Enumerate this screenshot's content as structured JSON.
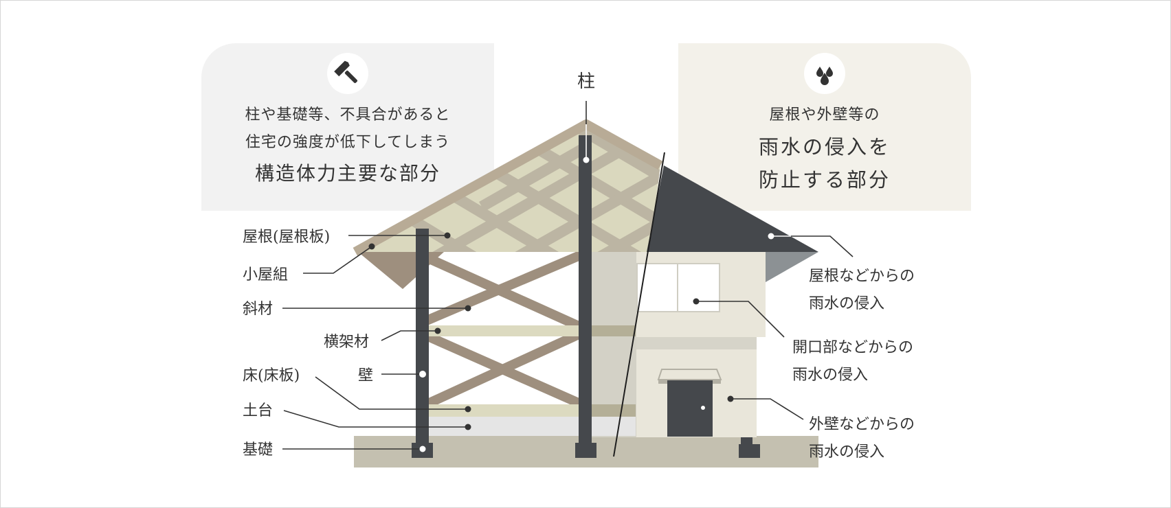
{
  "colors": {
    "roof_beige": "#b8ab96",
    "lattice_light": "#d9d7bd",
    "brace": "#9e8f7e",
    "post": "#45484c",
    "ground": "#c4c0b0",
    "roof_dark": "#45484c",
    "wall": "#e9e6da",
    "wall_shade": "#d2d0c6",
    "leader": "#333333"
  },
  "panels": {
    "left": {
      "icon": "hammer-icon",
      "line1": "柱や基礎等、不具合があると",
      "line2": "住宅の強度が低下してしまう",
      "heading": "構造体力主要な部分"
    },
    "right": {
      "icon": "water-drops-icon",
      "line1": "屋根や外壁等の",
      "heading1": "雨水の侵入を",
      "heading2": "防止する部分"
    }
  },
  "labels": {
    "pillar": "柱",
    "roof_board": "屋根(屋根板)",
    "roof_truss": "小屋組",
    "diagonal": "斜材",
    "horizontal": "横架材",
    "floor": "床(床板)",
    "wall": "壁",
    "sill": "土台",
    "foundation": "基礎"
  },
  "right_labels": {
    "roof_intrusion_1": "屋根などからの",
    "roof_intrusion_2": "雨水の侵入",
    "opening_intrusion_1": "開口部などからの",
    "opening_intrusion_2": "雨水の侵入",
    "wall_intrusion_1": "外壁などからの",
    "wall_intrusion_2": "雨水の侵入"
  }
}
